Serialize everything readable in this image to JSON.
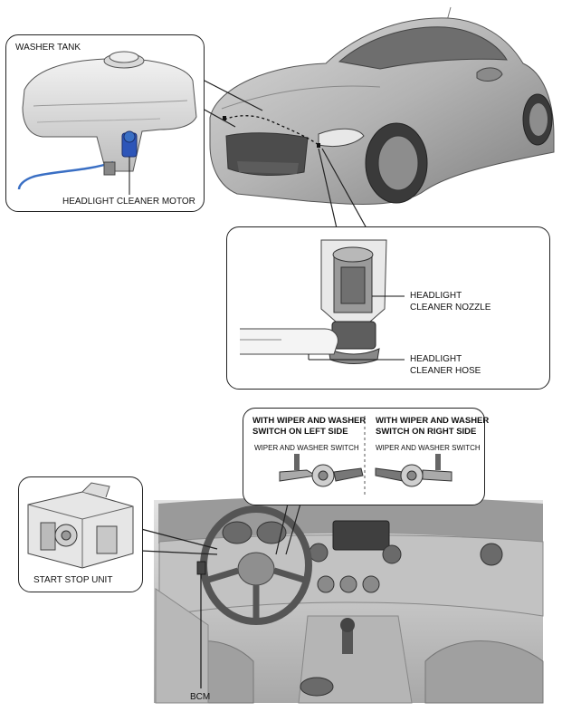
{
  "labels": {
    "washer_tank": "WASHER TANK",
    "headlight_cleaner_motor": "HEADLIGHT CLEANER MOTOR",
    "nozzle_line1": "HEADLIGHT",
    "nozzle_line2": "CLEANER NOZZLE",
    "hose_line1": "HEADLIGHT",
    "hose_line2": "CLEANER HOSE",
    "left_side_line1": "WITH WIPER AND WASHER",
    "left_side_line2": "SWITCH ON LEFT SIDE",
    "right_side_line1": "WITH WIPER AND WASHER",
    "right_side_line2": "SWITCH ON RIGHT SIDE",
    "wiper_switch_left": "WIPER AND WASHER SWITCH",
    "wiper_switch_right": "WIPER AND WASHER SWITCH",
    "start_stop_unit": "START STOP UNIT",
    "bcm": "BCM"
  },
  "colors": {
    "line": "#222222",
    "car_body": "#bdbdbd",
    "car_shade": "#8f8f8f",
    "interior": "#d4d4d4",
    "interior_dark": "#a9a9a9",
    "motor_blue": "#2d55b8",
    "hose_blue": "#3a6fc4"
  }
}
